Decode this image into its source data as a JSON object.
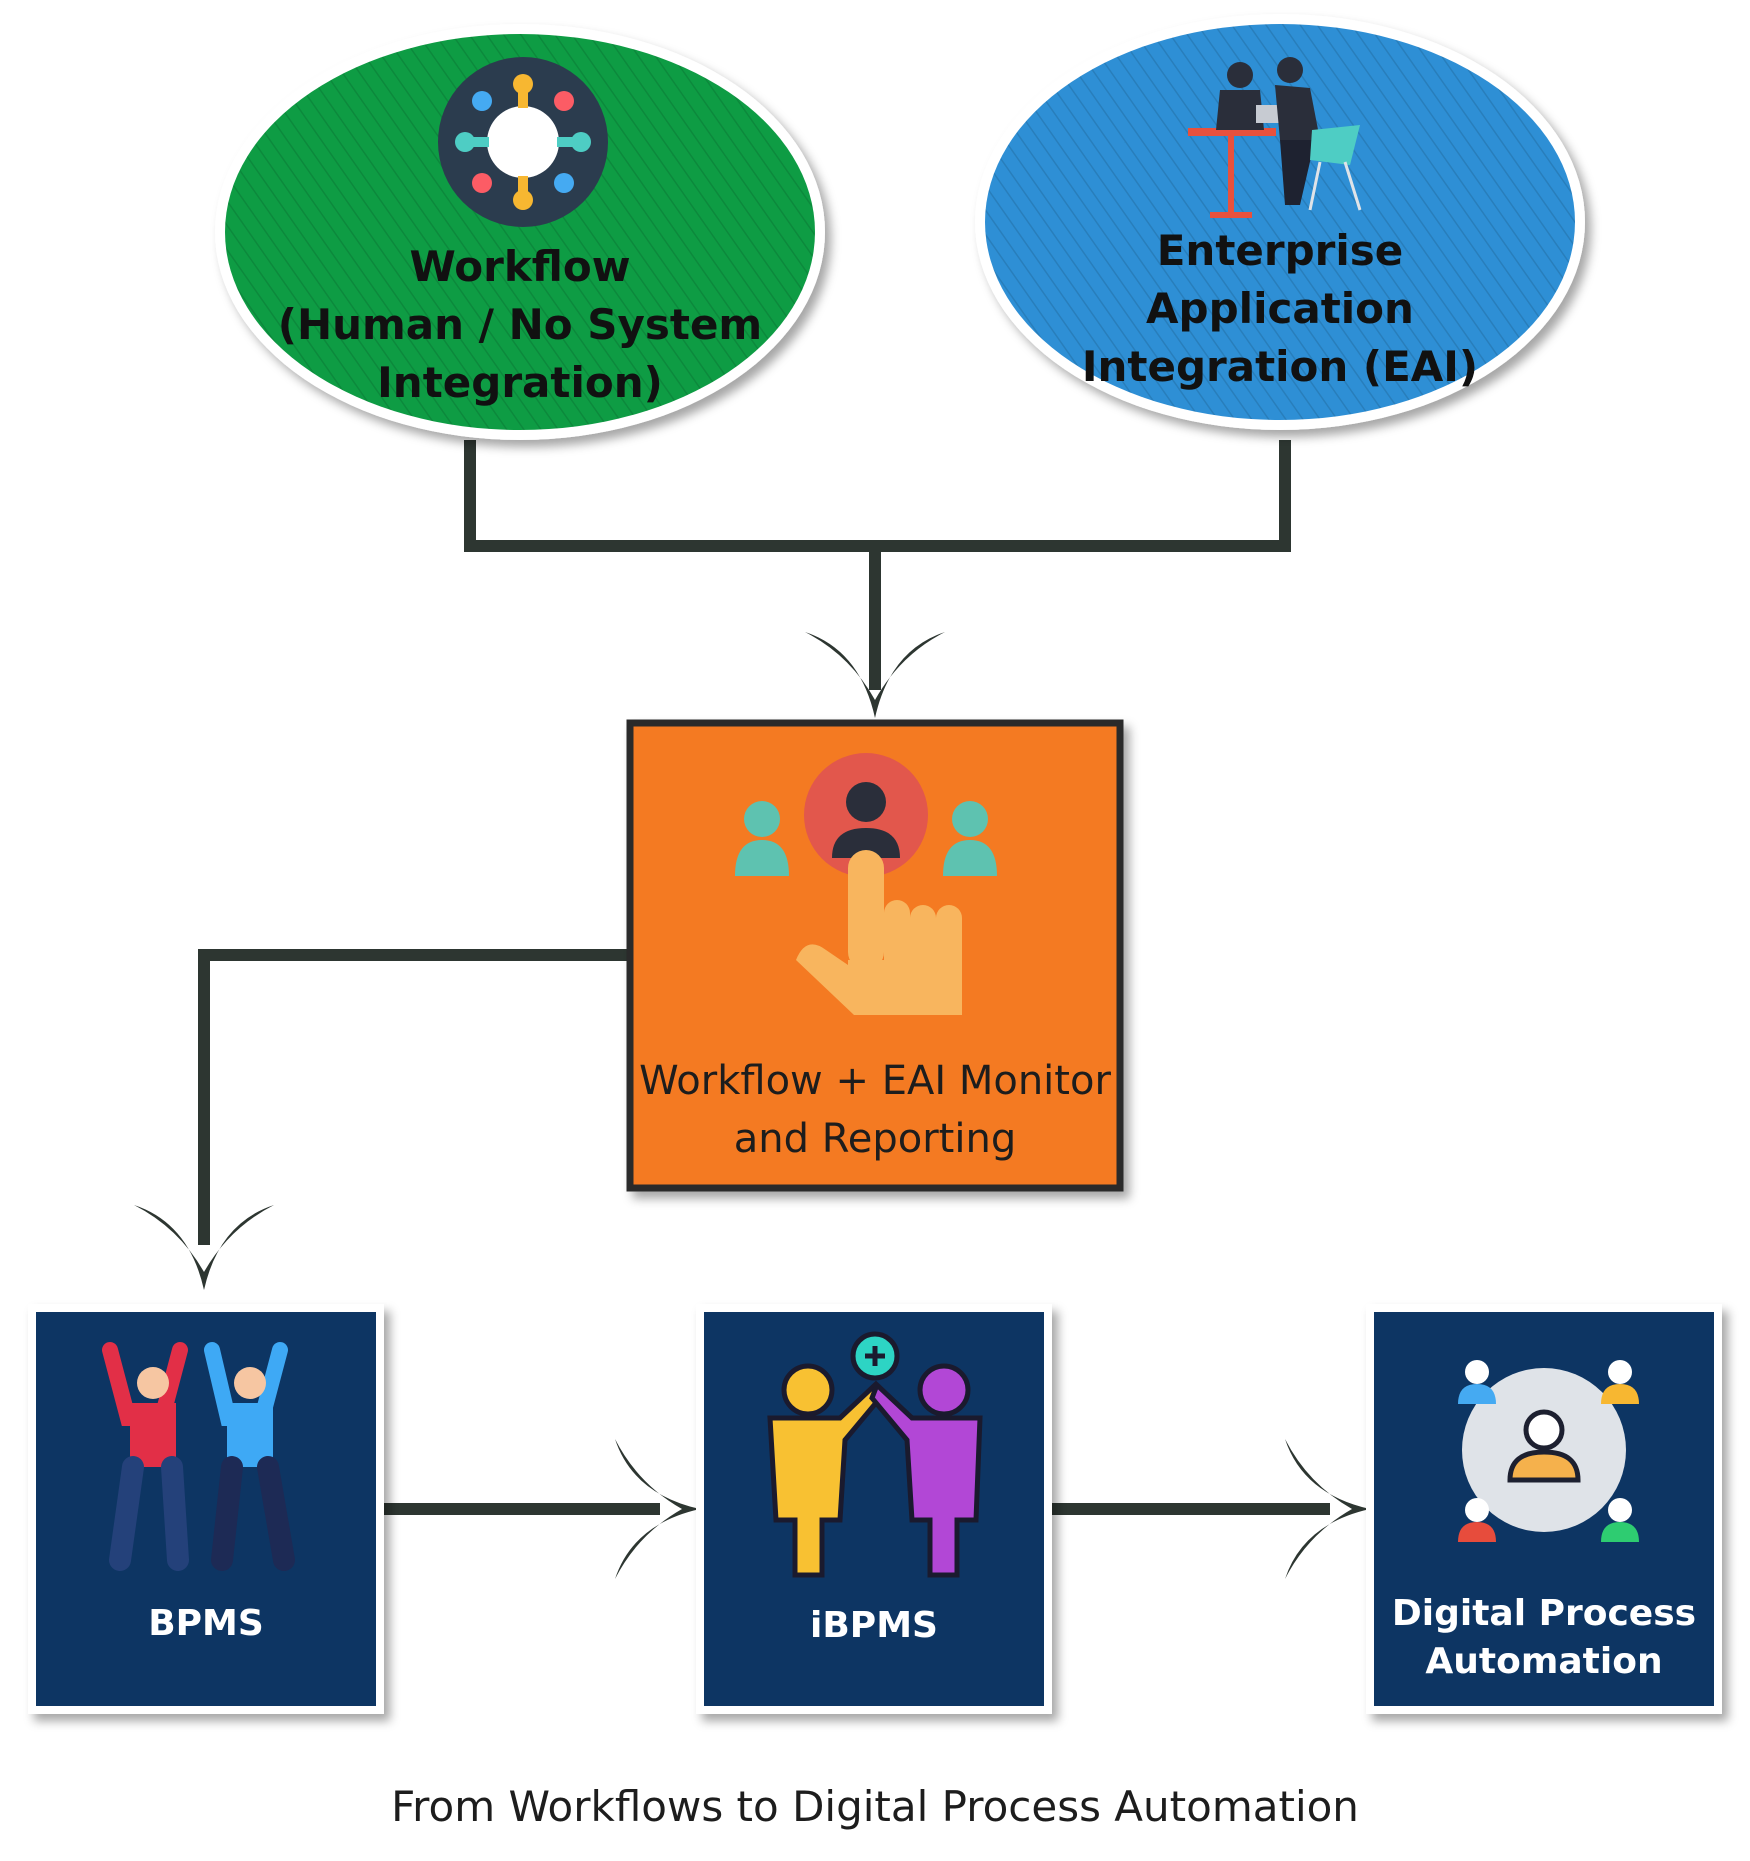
{
  "nodes": {
    "workflow": {
      "lines": [
        "Workflow",
        "(Human / No System",
        "Integration)"
      ],
      "icon": "team-circle-icon"
    },
    "eai": {
      "lines": [
        "Enterprise",
        "Application",
        "Integration (EAI)"
      ],
      "icon": "business-meeting-icon"
    },
    "monitor": {
      "lines": [
        "Workflow + EAI Monitor",
        "and Reporting"
      ],
      "icon": "hand-select-user-icon"
    },
    "bpms": {
      "label": "BPMS",
      "icon": "people-celebrating-icon"
    },
    "ibpms": {
      "label": "iBPMS",
      "icon": "partners-high-five-icon"
    },
    "dpa": {
      "lines": [
        "Digital Process",
        "Automation"
      ],
      "icon": "user-network-icon"
    }
  },
  "caption": "From Workflows to Digital Process Automation",
  "colors": {
    "green": "#0e9c44",
    "blue": "#2e8fd5",
    "orange": "#f47a22",
    "navy": "#0f3564",
    "connector": "#2d3631"
  }
}
